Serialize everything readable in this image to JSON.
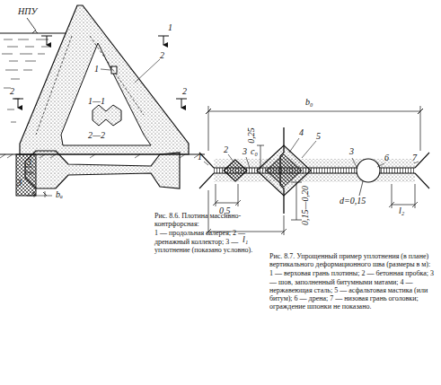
{
  "diagram": {
    "labels": [
      "НПУ",
      "1",
      "2",
      "2",
      "1",
      "2",
      "1—1",
      "2—2",
      "3",
      "3",
      "bₐ",
      "Рис. 8.6. Плотина массивно-контрфорсная:",
      "1 — продольная галерея; 2 — дренажный коллектор; 3 — уплотнение (показано условно).",
      "Рис. 8.7. Упрощенный пример уплотнения (в плане) вертикального деформационного шва (размеры в м):",
      "1 — верховая грань плотины; 2 — бетонная пробка; 3 — шов, заполненный битумными матами; 4 — нержавеющая сталь; 5 — асфальтовая мастика (или битум); 6 — дрена; 7 — низовая грань оголовки; ограждение шпонки не показано.",
      "b₀",
      "0,25",
      "c₀",
      "1",
      "2",
      "3",
      "4",
      "5",
      "3",
      "6",
      "7",
      "0,5",
      "0,15—0,20",
      "d=0,15",
      "l₂",
      "l₁"
    ]
  }
}
